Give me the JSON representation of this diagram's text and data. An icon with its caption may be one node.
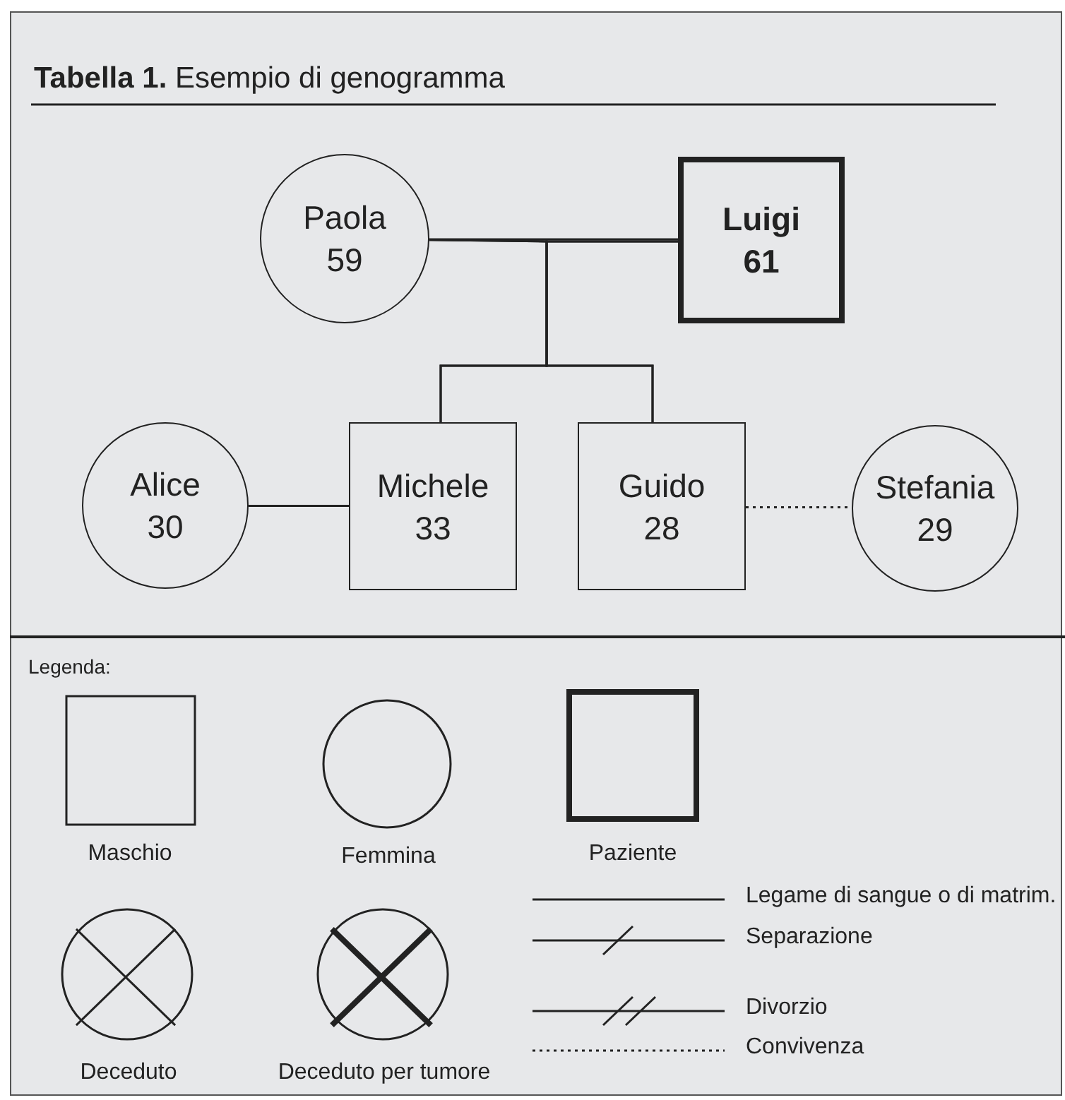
{
  "diagram": {
    "title": "**Tabella 1.** Esempio di genogramma",
    "nodes": [
      {
        "text": [
          "Paola",
          "59"
        ]
      },
      {
        "text": [
          "Luigi",
          "61"
        ]
      },
      {
        "text": [
          "Alice",
          "30"
        ]
      },
      {
        "text": [
          "Michele",
          "33"
        ]
      },
      {
        "text": [
          "Guido",
          "28"
        ]
      },
      {
        "text": [
          "Stefania",
          "29"
        ]
      }
    ],
    "edges": [
      {
        "from": 0,
        "to": 1,
        "arrow": "none"
      },
      {
        "from": 0,
        "to": 3,
        "arrow": "none"
      },
      {
        "from": 1,
        "to": 3,
        "arrow": "none"
      },
      {
        "from": 0,
        "to": 4,
        "arrow": "none"
      },
      {
        "from": 1,
        "to": 4,
        "arrow": "none"
      },
      {
        "from": 2,
        "to": 3,
        "arrow": "none"
      },
      {
        "from": 4,
        "to": 5,
        "arrow": "none",
        "style": "dashed"
      }
    ],
    "labels": [
      "Legenda:"
    ],
    "legend": [
      {
        "text": "Maschio"
      },
      {
        "text": "Femmina"
      },
      {
        "text": "Paziente"
      },
      {
        "text": "Deceduto"
      },
      {
        "text": "Deceduto per tumore"
      },
      {
        "text": "Legame di sangue o di matrim."
      },
      {
        "text": "Separazione"
      },
      {
        "text": "Divorzio"
      },
      {
        "text": "Convivenza"
      }
    ]
  }
}
